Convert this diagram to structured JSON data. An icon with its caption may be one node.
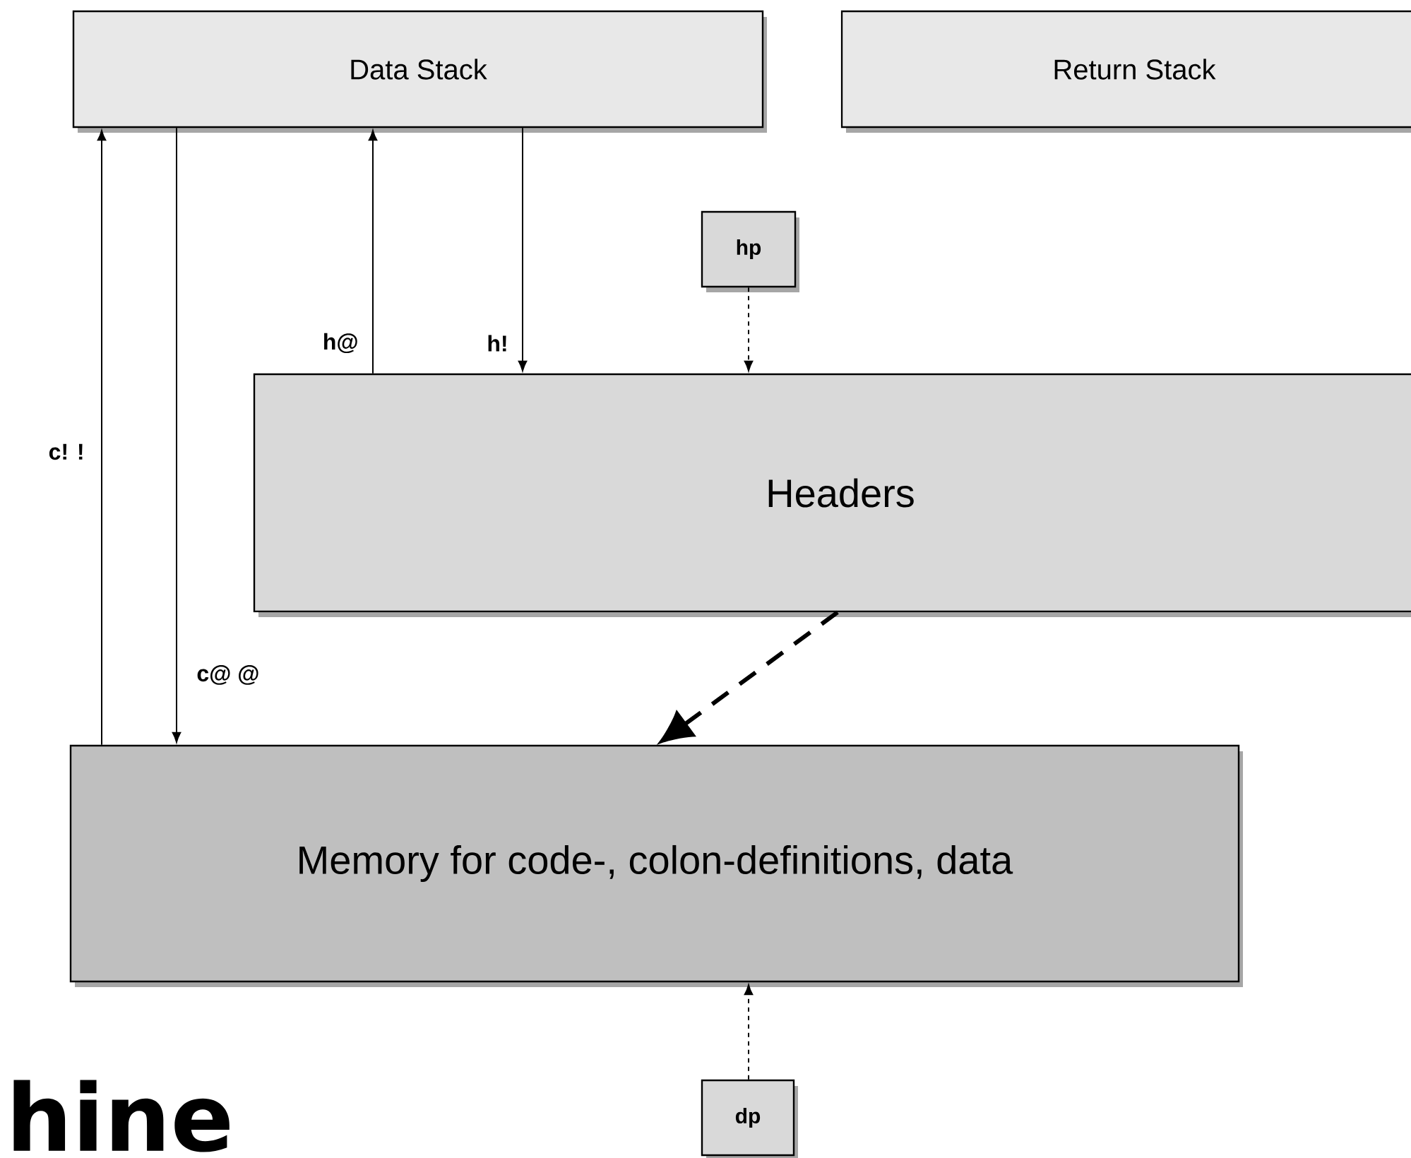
{
  "diagram": {
    "nodes": [
      {
        "text": [
          "Data Stack"
        ]
      },
      {
        "text": [
          "Return Stack"
        ]
      },
      {
        "text": [
          "hp"
        ]
      },
      {
        "text": [
          "Headers"
        ]
      },
      {
        "text": [
          "Memory for code-, colon-definitions, data"
        ]
      },
      {
        "text": [
          "dp"
        ]
      }
    ],
    "edges": [
      {
        "from": 4,
        "to": 0,
        "arrow": "to",
        "label": "c! !"
      },
      {
        "from": 0,
        "to": 4,
        "arrow": "to",
        "label": "c@ @"
      },
      {
        "from": 3,
        "to": 0,
        "arrow": "to",
        "label": "h@"
      },
      {
        "from": 0,
        "to": 3,
        "arrow": "to",
        "label": "h!"
      },
      {
        "from": 2,
        "to": 3,
        "arrow": "to",
        "style": "dashed"
      },
      {
        "from": 3,
        "to": 4,
        "arrow": "to",
        "style": "dashed"
      },
      {
        "from": 5,
        "to": 4,
        "arrow": "to",
        "style": "dashed"
      }
    ],
    "labels": [
      "hine"
    ]
  }
}
